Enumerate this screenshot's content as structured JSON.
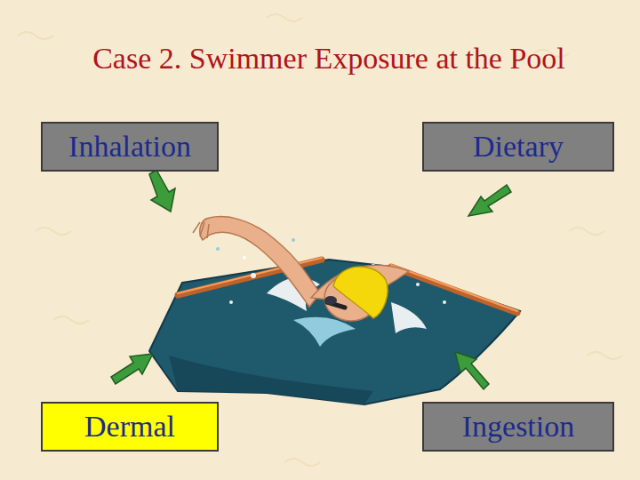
{
  "diagram": {
    "title": "Case 2.  Swimmer Exposure at the Pool",
    "nodes": [
      {
        "text": [
          "Inhalation"
        ]
      },
      {
        "text": [
          "Dietary"
        ]
      },
      {
        "text": [
          "Dermal"
        ]
      },
      {
        "text": [
          "Ingestion"
        ]
      }
    ]
  }
}
